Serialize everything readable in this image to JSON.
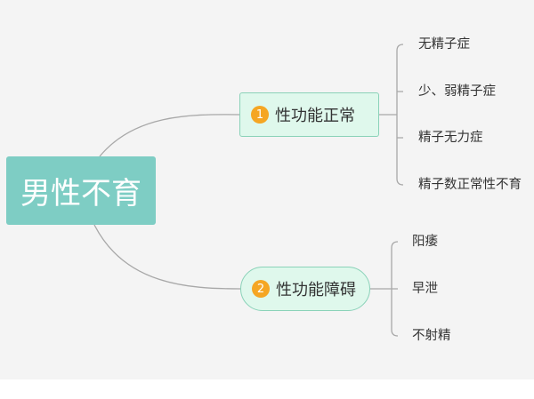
{
  "root": {
    "label": "男性不育"
  },
  "branches": [
    {
      "badge": "1",
      "label": "性功能正常",
      "children": [
        "无精子症",
        "少、弱精子症",
        "精子无力症",
        "精子数正常性不育"
      ]
    },
    {
      "badge": "2",
      "label": "性功能障碍",
      "children": [
        "阳痿",
        "早泄",
        "不射精"
      ]
    }
  ],
  "colors": {
    "root_fill": "#7ecdc4",
    "branch_fill": "#dff8ec",
    "branch_border": "#8ad2b8",
    "badge": "#f5a623",
    "connector": "#a8a8a8"
  }
}
